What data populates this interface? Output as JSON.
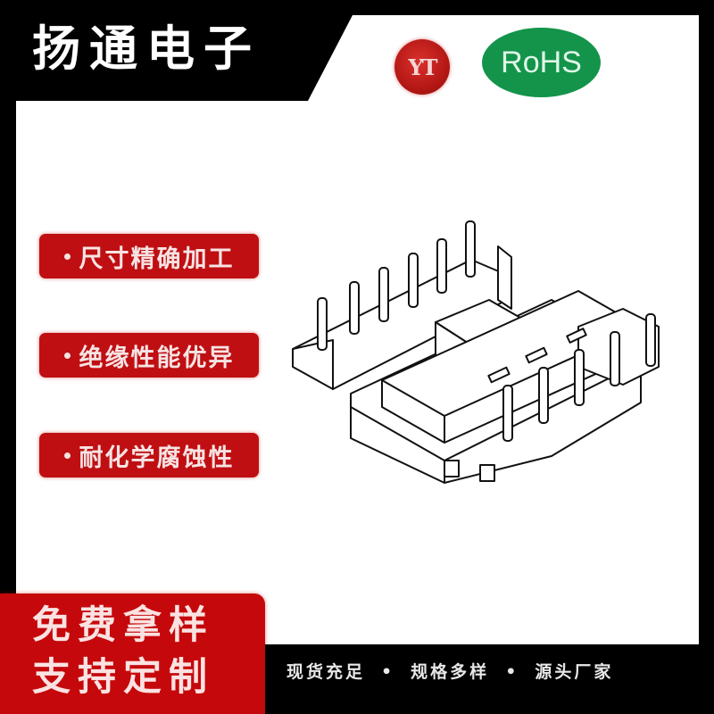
{
  "header": {
    "brand_title": "扬通电子",
    "yt_logo_text": "YT",
    "rohs_label": "RoHS"
  },
  "features": [
    {
      "label": "尺寸精确加工"
    },
    {
      "label": "绝缘性能优异"
    },
    {
      "label": "耐化学腐蚀性"
    }
  ],
  "promo": {
    "line1": "免费拿样",
    "line2": "支持定制"
  },
  "slogans": {
    "item1": "现货充足",
    "item2": "规格多样",
    "item3": "源头厂家",
    "separator": "•"
  },
  "colors": {
    "brand_red": "#c5080b",
    "rohs_green": "#13944a",
    "frame_black": "#000000"
  },
  "product": {
    "icon": "transformer-bobbin-drawing"
  }
}
